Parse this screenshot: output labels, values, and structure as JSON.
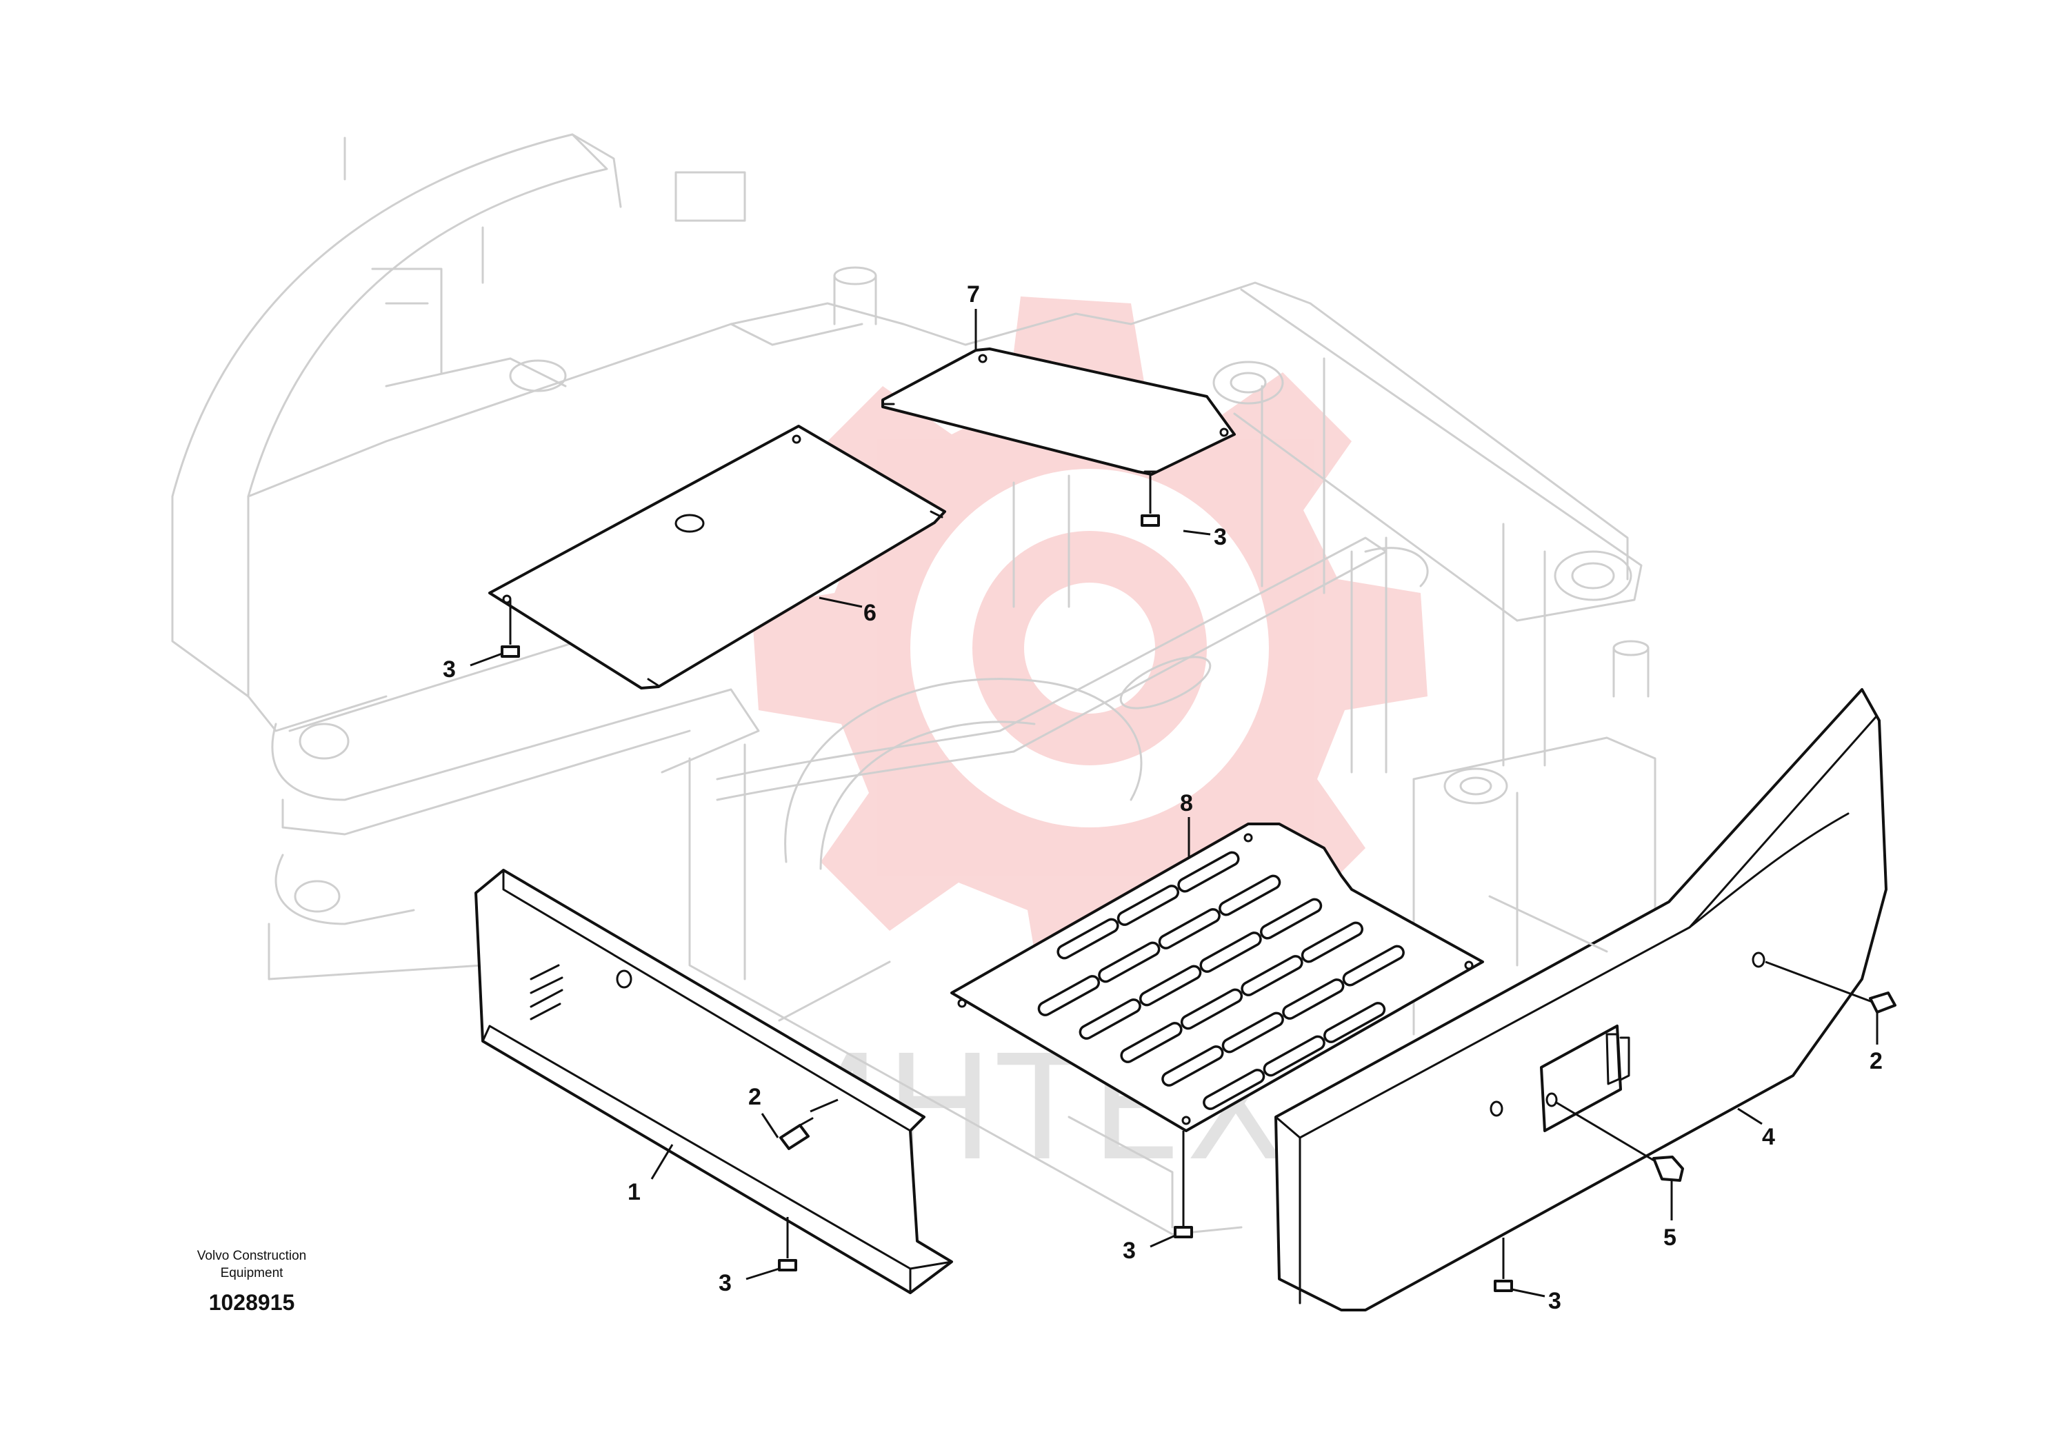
{
  "caption": {
    "line1": "Volvo Construction",
    "line2": "Equipment",
    "doc_number": "1028915"
  },
  "watermark": {
    "text": "ИНТЕХ",
    "emblem_color": "#f6b8b8",
    "text_color": "#d9d9d9"
  },
  "callouts": [
    {
      "id": "1",
      "label": "1"
    },
    {
      "id": "2a",
      "label": "2"
    },
    {
      "id": "2b",
      "label": "2"
    },
    {
      "id": "3a",
      "label": "3"
    },
    {
      "id": "3b",
      "label": "3"
    },
    {
      "id": "3c",
      "label": "3"
    },
    {
      "id": "3d",
      "label": "3"
    },
    {
      "id": "3e",
      "label": "3"
    },
    {
      "id": "4",
      "label": "4"
    },
    {
      "id": "5",
      "label": "5"
    },
    {
      "id": "6",
      "label": "6"
    },
    {
      "id": "7",
      "label": "7"
    },
    {
      "id": "8",
      "label": "8"
    }
  ],
  "colors": {
    "frame_outline": "#cfcfcf",
    "part_outline": "#111111"
  }
}
